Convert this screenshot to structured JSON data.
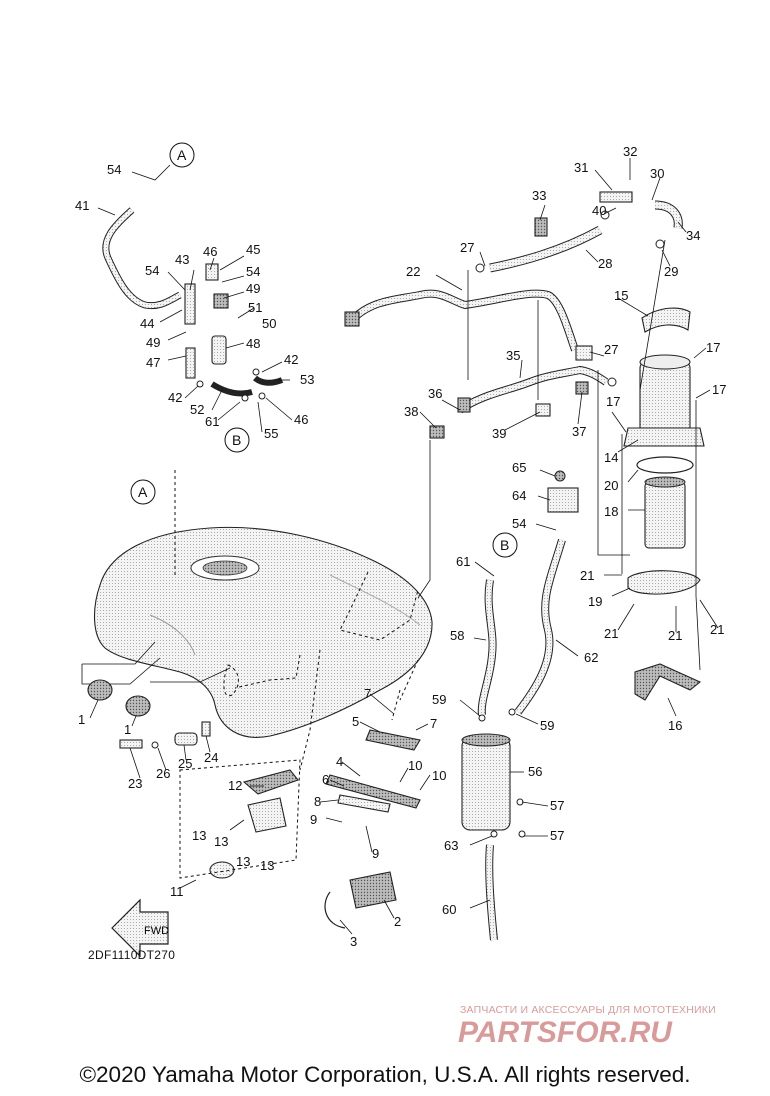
{
  "diagram": {
    "code": "2DF1110DT270",
    "fwd_label": "FWD",
    "reference_letters": [
      "A",
      "B"
    ],
    "callouts": [
      {
        "id": "c1",
        "text": "1"
      },
      {
        "id": "c1b",
        "text": "1"
      },
      {
        "id": "c2",
        "text": "2"
      },
      {
        "id": "c3",
        "text": "3"
      },
      {
        "id": "c4",
        "text": "4"
      },
      {
        "id": "c5",
        "text": "5"
      },
      {
        "id": "c6",
        "text": "6"
      },
      {
        "id": "c7",
        "text": "7"
      },
      {
        "id": "c7b",
        "text": "7"
      },
      {
        "id": "c8",
        "text": "8"
      },
      {
        "id": "c9",
        "text": "9"
      },
      {
        "id": "c9b",
        "text": "9"
      },
      {
        "id": "c10",
        "text": "10"
      },
      {
        "id": "c10b",
        "text": "10"
      },
      {
        "id": "c11",
        "text": "11"
      },
      {
        "id": "c12",
        "text": "12"
      },
      {
        "id": "c13a",
        "text": "13"
      },
      {
        "id": "c13b",
        "text": "13"
      },
      {
        "id": "c13c",
        "text": "13"
      },
      {
        "id": "c13d",
        "text": "13"
      },
      {
        "id": "c14",
        "text": "14"
      },
      {
        "id": "c15",
        "text": "15"
      },
      {
        "id": "c16",
        "text": "16"
      },
      {
        "id": "c17a",
        "text": "17"
      },
      {
        "id": "c17b",
        "text": "17"
      },
      {
        "id": "c17c",
        "text": "17"
      },
      {
        "id": "c18",
        "text": "18"
      },
      {
        "id": "c19",
        "text": "19"
      },
      {
        "id": "c20",
        "text": "20"
      },
      {
        "id": "c21a",
        "text": "21"
      },
      {
        "id": "c21b",
        "text": "21"
      },
      {
        "id": "c21c",
        "text": "21"
      },
      {
        "id": "c21d",
        "text": "21"
      },
      {
        "id": "c22",
        "text": "22"
      },
      {
        "id": "c23",
        "text": "23"
      },
      {
        "id": "c24",
        "text": "24"
      },
      {
        "id": "c25",
        "text": "25"
      },
      {
        "id": "c26",
        "text": "26"
      },
      {
        "id": "c27a",
        "text": "27"
      },
      {
        "id": "c27b",
        "text": "27"
      },
      {
        "id": "c28",
        "text": "28"
      },
      {
        "id": "c29",
        "text": "29"
      },
      {
        "id": "c30",
        "text": "30"
      },
      {
        "id": "c31",
        "text": "31"
      },
      {
        "id": "c32",
        "text": "32"
      },
      {
        "id": "c33",
        "text": "33"
      },
      {
        "id": "c34",
        "text": "34"
      },
      {
        "id": "c35",
        "text": "35"
      },
      {
        "id": "c36",
        "text": "36"
      },
      {
        "id": "c37",
        "text": "37"
      },
      {
        "id": "c38",
        "text": "38"
      },
      {
        "id": "c39",
        "text": "39"
      },
      {
        "id": "c40",
        "text": "40"
      },
      {
        "id": "c41",
        "text": "41"
      },
      {
        "id": "c42a",
        "text": "42"
      },
      {
        "id": "c42b",
        "text": "42"
      },
      {
        "id": "c43",
        "text": "43"
      },
      {
        "id": "c44",
        "text": "44"
      },
      {
        "id": "c45",
        "text": "45"
      },
      {
        "id": "c46a",
        "text": "46"
      },
      {
        "id": "c46b",
        "text": "46"
      },
      {
        "id": "c47",
        "text": "47"
      },
      {
        "id": "c48",
        "text": "48"
      },
      {
        "id": "c49a",
        "text": "49"
      },
      {
        "id": "c49b",
        "text": "49"
      },
      {
        "id": "c50",
        "text": "50"
      },
      {
        "id": "c51",
        "text": "51"
      },
      {
        "id": "c52",
        "text": "52"
      },
      {
        "id": "c53",
        "text": "53"
      },
      {
        "id": "c54a",
        "text": "54"
      },
      {
        "id": "c54b",
        "text": "54"
      },
      {
        "id": "c54c",
        "text": "54"
      },
      {
        "id": "c54d",
        "text": "54"
      },
      {
        "id": "c55",
        "text": "55"
      },
      {
        "id": "c56",
        "text": "56"
      },
      {
        "id": "c57a",
        "text": "57"
      },
      {
        "id": "c57b",
        "text": "57"
      },
      {
        "id": "c58",
        "text": "58"
      },
      {
        "id": "c59a",
        "text": "59"
      },
      {
        "id": "c59b",
        "text": "59"
      },
      {
        "id": "c60",
        "text": "60"
      },
      {
        "id": "c61a",
        "text": "61"
      },
      {
        "id": "c61b",
        "text": "61"
      },
      {
        "id": "c62",
        "text": "62"
      },
      {
        "id": "c63",
        "text": "63"
      },
      {
        "id": "c64",
        "text": "64"
      },
      {
        "id": "c65",
        "text": "65"
      }
    ]
  },
  "watermark": {
    "tagline": "ЗАПЧАСТИ И АКСЕССУАРЫ ДЛЯ МОТОТЕХНИКИ",
    "brand": "PARTSFOR.RU",
    "color": "#d99a9a"
  },
  "copyright": "©2020 Yamaha Motor Corporation, U.S.A. All rights reserved."
}
